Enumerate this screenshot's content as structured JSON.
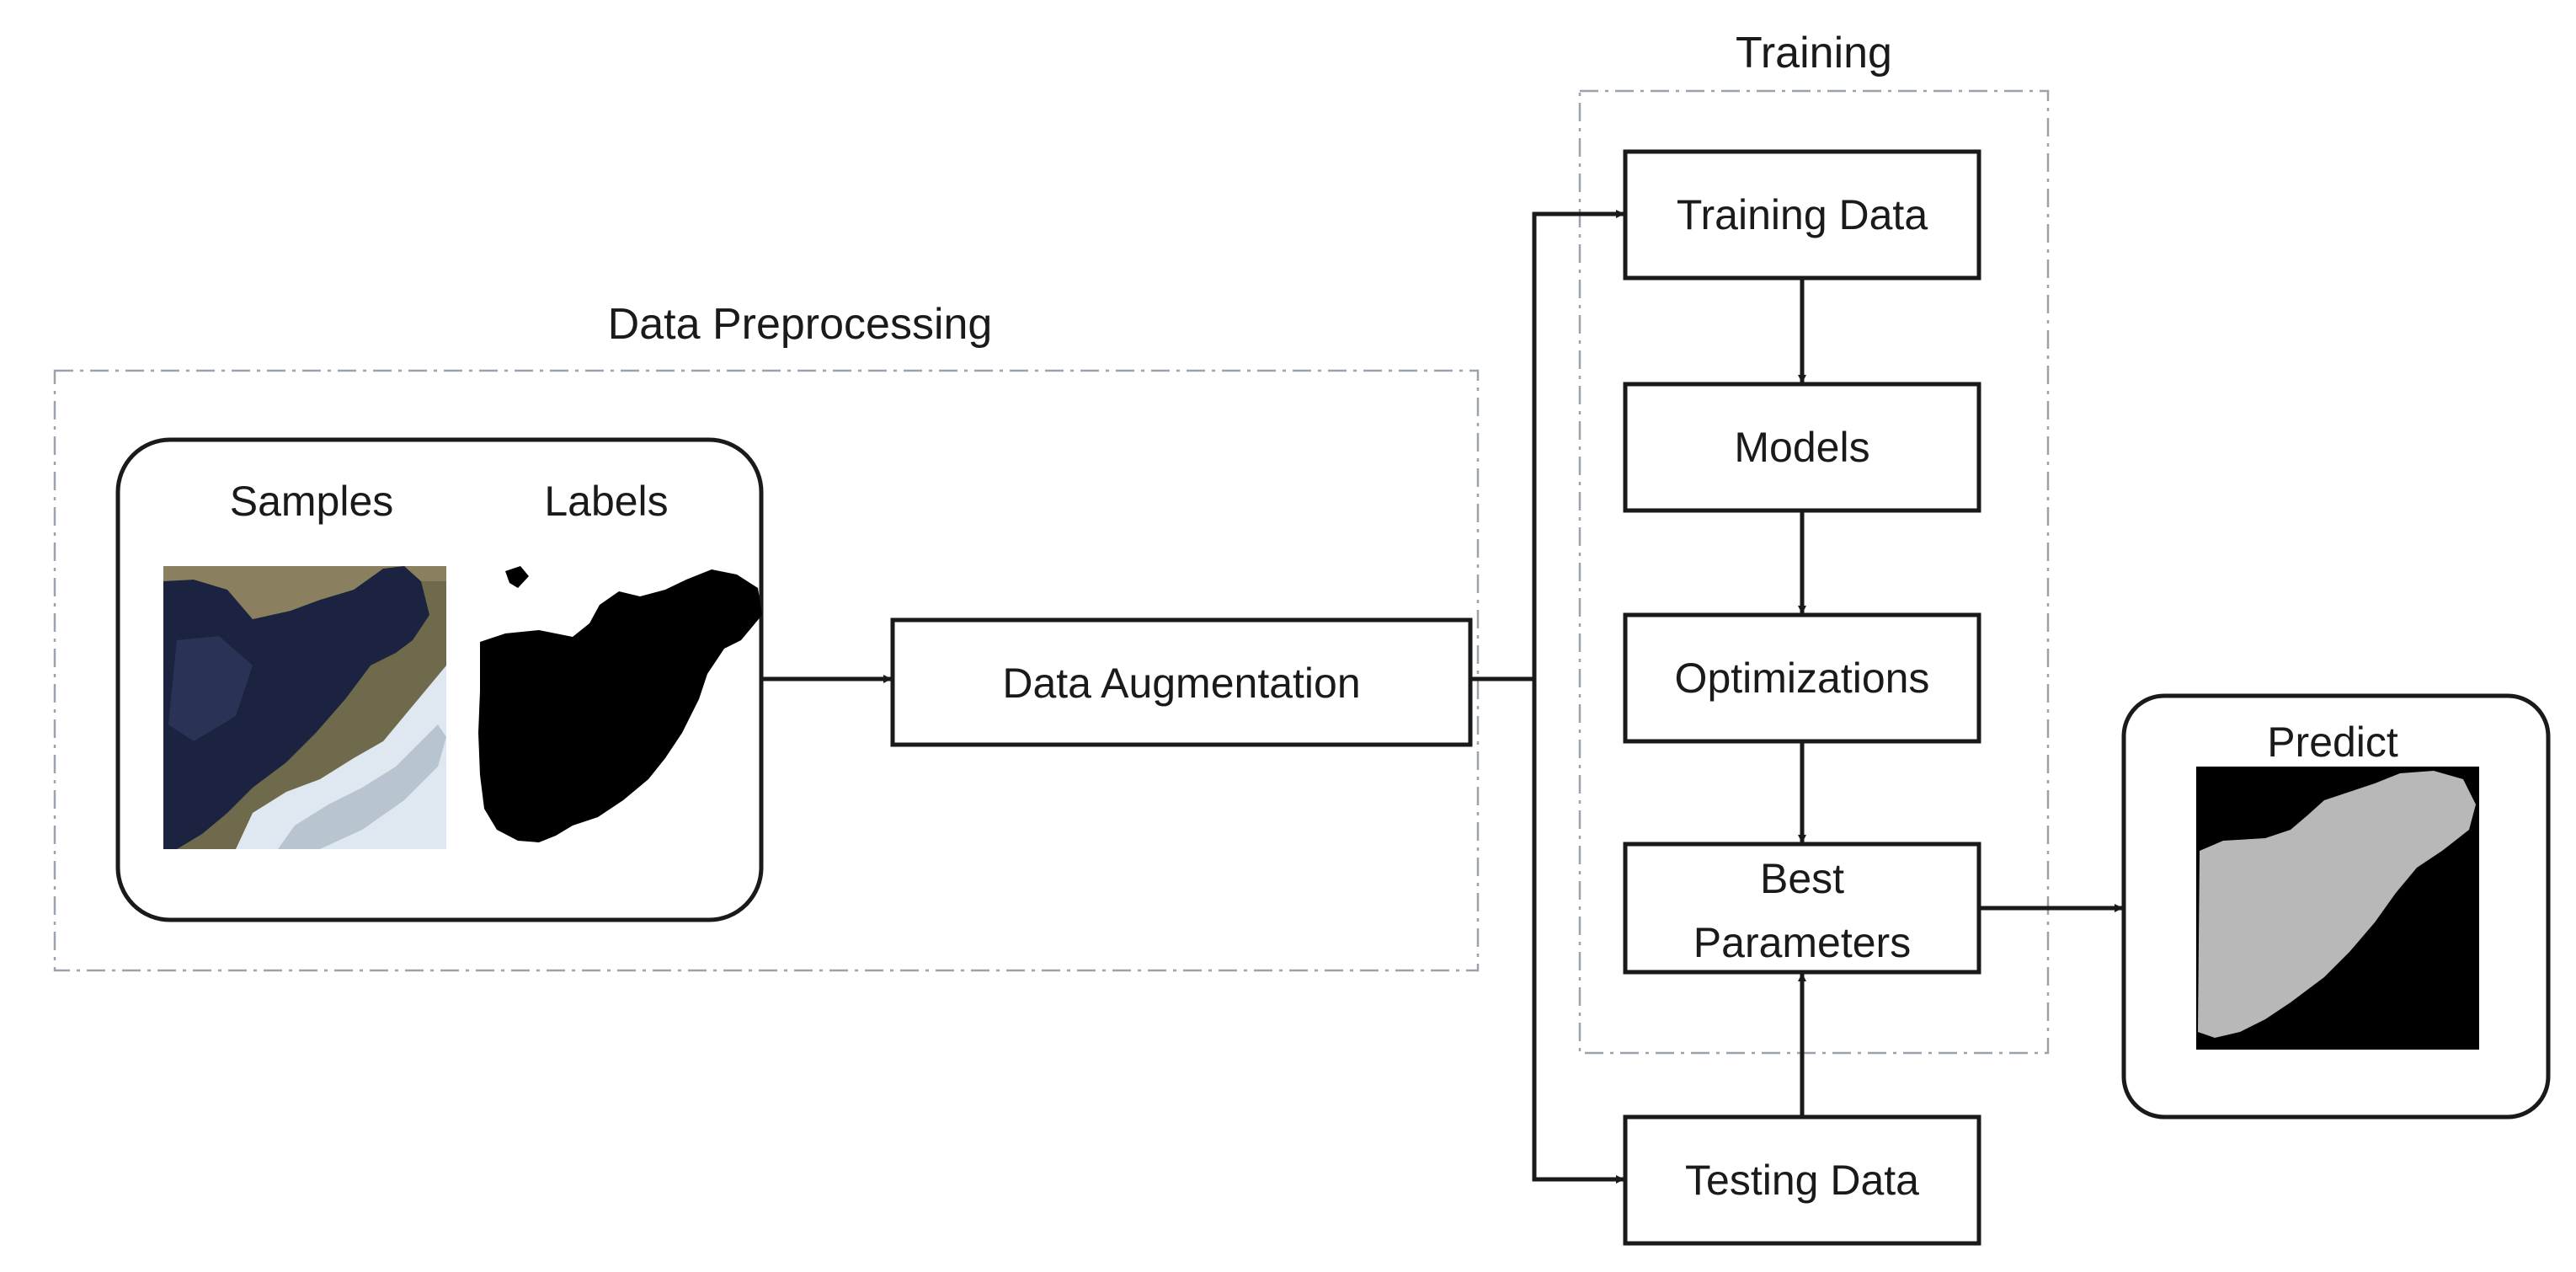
{
  "regions": {
    "preprocessing_label": "Data Preprocessing",
    "training_label": "Training"
  },
  "inputs": {
    "samples_label": "Samples",
    "labels_label": "Labels"
  },
  "steps": {
    "augmentation": "Data Augmentation",
    "training_data": "Training Data",
    "models": "Models",
    "optimizations": "Optimizations",
    "best_parameters_line1": "Best",
    "best_parameters_line2": "Parameters",
    "testing_data": "Testing Data"
  },
  "output": {
    "predict_label": "Predict"
  },
  "colors": {
    "water_dark": "#1b2340",
    "land": "#7b7354",
    "snow": "#e6eef5",
    "mask_black": "#000000",
    "mask_gray": "#b8b8b8"
  }
}
